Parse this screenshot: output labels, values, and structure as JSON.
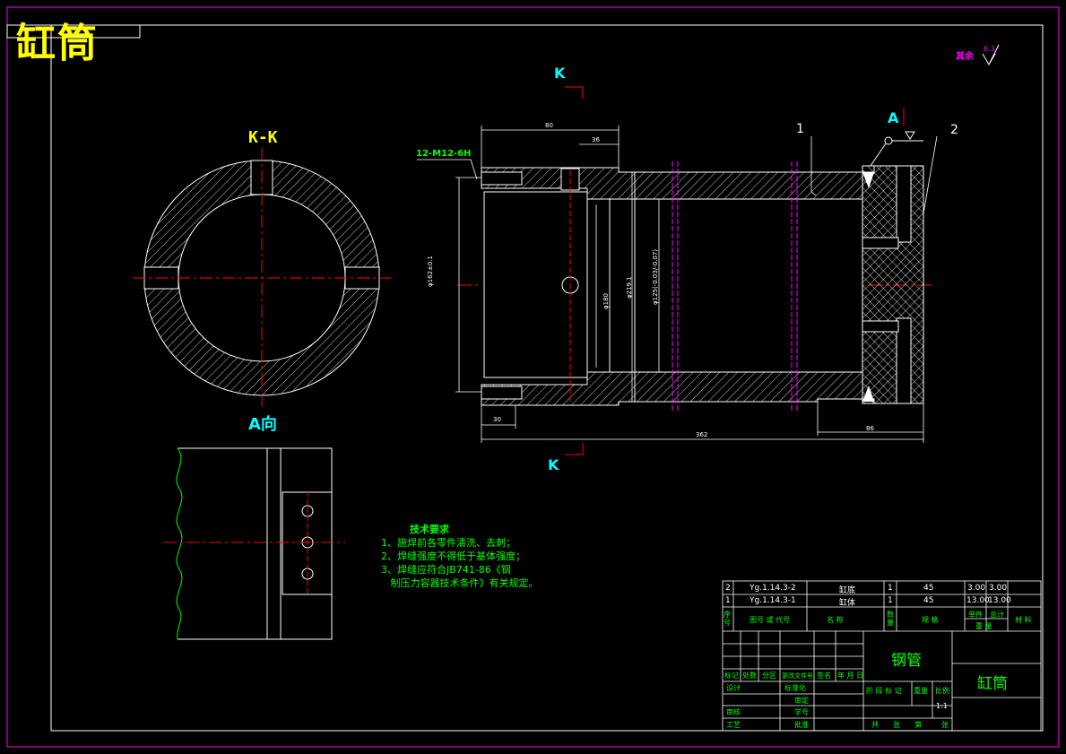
{
  "title": "缸筒",
  "views": {
    "section_label": "K-K",
    "direction_label": "A向",
    "cut_mark_top": "K",
    "cut_mark_bottom": "K",
    "a_mark": "A",
    "balloon_1": "1",
    "balloon_2": "2",
    "thread_callout": "12-M12-6H",
    "roughness_label": "其余",
    "roughness_value": "6.3"
  },
  "dimensions": {
    "d_top_left": "80",
    "d_top_small": "36",
    "d_bottom_left": "30",
    "d_total": "362",
    "d_right": "86",
    "dia_1": "φ162±0.1",
    "dia_2": "φ180",
    "dia_3": "φ219.1",
    "dia_4": "φ125(-0.03/-0.07)"
  },
  "tech_requirements": {
    "heading": "技术要求",
    "items": [
      "1、施焊前各零件清洗、去刺；",
      "2、焊缝强度不得低于基体强度；",
      "3、焊缝应符合JB741-86《钢",
      "   制压力容器技术条件》有关规定。"
    ]
  },
  "parts_list": {
    "rows": [
      {
        "no": "2",
        "code": "Yg.1.14.3-2",
        "name": "缸底",
        "qty": "1",
        "material": "45",
        "unit_wt": "3.00",
        "total_wt": "3.00"
      },
      {
        "no": "1",
        "code": "Yg.1.14.3-1",
        "name": "缸体",
        "qty": "1",
        "material": "45",
        "unit_wt": "13.00",
        "total_wt": "13.00"
      }
    ],
    "header": {
      "no": "序号",
      "code": "图号 或 代号",
      "name": "名 称",
      "qty": "数量",
      "material": "规 格",
      "unit": "单件",
      "total": "总计",
      "weight": "重 量",
      "note": "材 料"
    }
  },
  "title_block": {
    "material_name": "钢管",
    "drawing_name": "缸筒",
    "row_labels": [
      "标记",
      "处数",
      "分区",
      "更改文件号",
      "签名",
      "年 月 日"
    ],
    "design": "设计",
    "standard": "标准化",
    "check": "审核",
    "process": "工艺",
    "approve": "批准",
    "proofread": "审定",
    "student_no": "学号",
    "stage_headers": [
      "阶 段 标 记",
      "重量",
      "比例"
    ],
    "scale": "1:1",
    "sheet_info": [
      "共",
      "张",
      "第",
      "张"
    ]
  },
  "colors": {
    "frame": "#ff00ff",
    "outline": "#ffffff",
    "centerline": "#ff0000",
    "dimension": "#ffffff",
    "hatch": "#ffffff",
    "label_yellow": "#ffff00",
    "label_cyan": "#00ffff",
    "text_green": "#00ff00"
  }
}
